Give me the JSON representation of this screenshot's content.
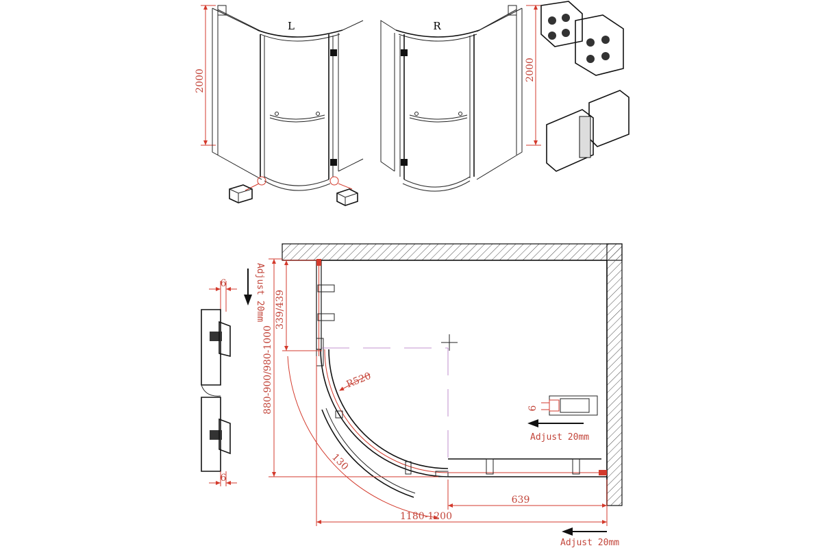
{
  "colors": {
    "dimension": "#c2453a",
    "outline": "#111111",
    "hatch": "#4a4a4a",
    "guide": "#b070c0"
  },
  "top_views": {
    "left_label": "L",
    "right_label": "R",
    "left_height": "2000",
    "right_height": "2000"
  },
  "plan": {
    "adjust_top": "Adjust 20mm",
    "adjust_side": "Adjust 20mm",
    "adjust_bottom": "Adjust 20mm",
    "panel_offset": "339/439",
    "depth_range": "880-900/980-1000",
    "radius": "R520",
    "arc_label": "130",
    "width_range": "1180-1200",
    "straight_length": "639",
    "profile_gap": "6"
  },
  "detail": {
    "top_gap": "6",
    "bottom_gap": "6"
  }
}
